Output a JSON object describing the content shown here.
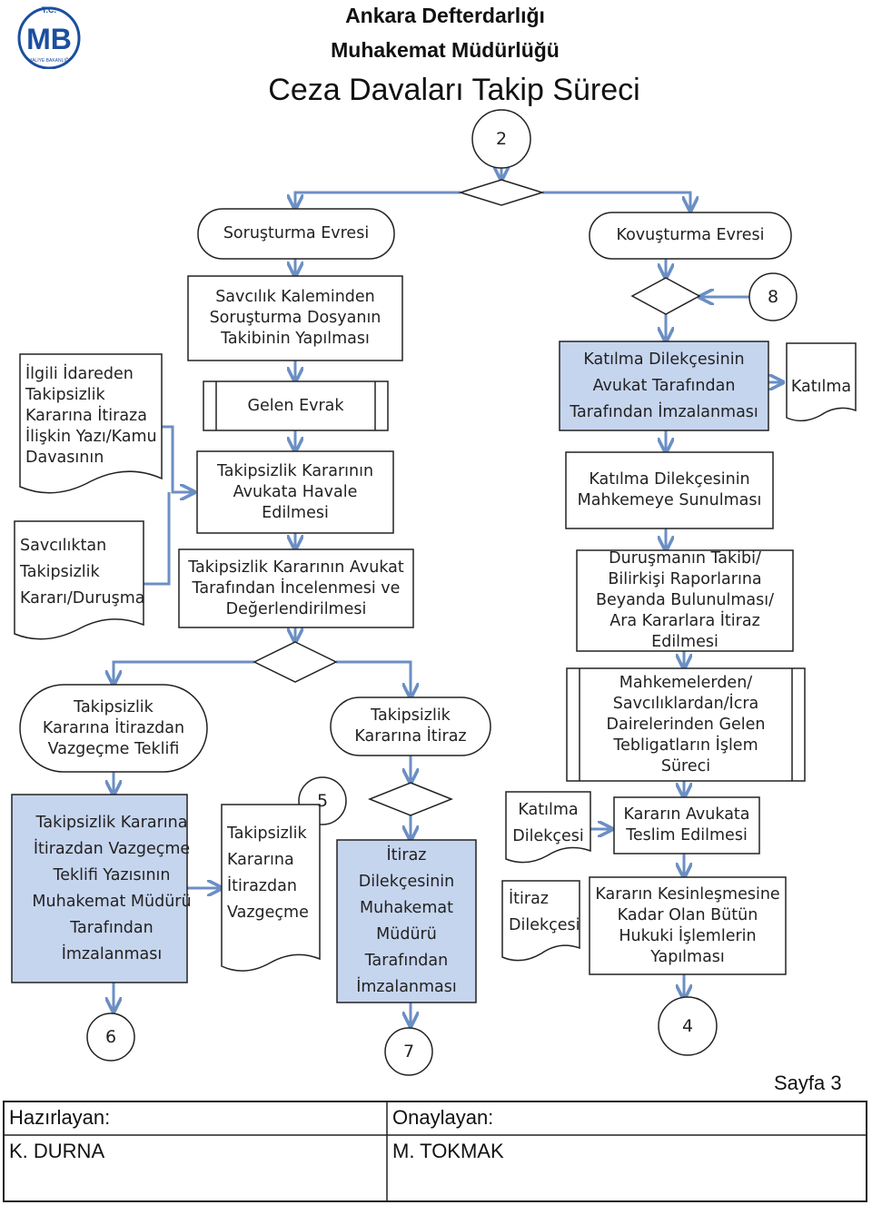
{
  "header": {
    "org_line1": "Ankara Defterdarlığı",
    "org_line2": "Muhakemat Müdürlüğü",
    "title": "Ceza Davaları Takip Süreci"
  },
  "logo": {
    "text": "MB",
    "top_text": "T.C.",
    "bottom_text": "MALİYE BAKANLIĞI",
    "color": "#1a4fa0"
  },
  "connectors": {
    "top": "2",
    "n8": "8",
    "n5": "5",
    "n6": "6",
    "n7": "7",
    "n4": "4"
  },
  "nodes": {
    "sorusturma": "Soruşturma Evresi",
    "kovusturma": "Kovuşturma Evresi",
    "savcilik_kalem": [
      "Savcılık Kaleminden",
      "Soruşturma Dosyanın",
      "Takibinin Yapılması"
    ],
    "gelen_evrak": "Gelen Evrak",
    "havale": [
      "Takipsizlik Kararının",
      "Avukata Havale",
      "Edilmesi"
    ],
    "inceleme": [
      "Takipsizlik Kararının Avukat",
      "Tarafından İncelenmesi ve",
      "Değerlendirilmesi"
    ],
    "ilgili_idare": [
      "İlgili İdareden",
      "Takipsizlik",
      "Kararına İtiraza",
      "İlişkin Yazı/Kamu",
      "Davasının"
    ],
    "savciliktan": [
      "Savcılıktan",
      "Takipsizlik",
      "Kararı/Duruşma"
    ],
    "vazgecme_teklifi": [
      "Takipsizlik",
      "Kararına İtirazdan",
      "Vazgeçme Teklifi"
    ],
    "takipsizlik_itiraz": [
      "Takipsizlik",
      "Kararına İtiraz"
    ],
    "vazgecme_yazisi": [
      "Takipsizlik Kararına",
      "İtirazdan Vazgeçme",
      "Teklifi Yazısının",
      "Muhakemat Müdürü",
      "Tarafından",
      "İmzalanması"
    ],
    "vazgecme_doc": [
      "Takipsizlik",
      "Kararına",
      "İtirazdan",
      "Vazgeçme"
    ],
    "itiraz_dilekce_imza": [
      "İtiraz",
      "Dilekçesinin",
      "Muhakemat",
      "Müdürü",
      "Tarafından",
      "İmzalanması"
    ],
    "katilma_dilekcesi_doc": [
      "Katılma",
      "Dilekçesi"
    ],
    "itiraz_dilekcesi_doc": [
      "İtiraz",
      "Dilekçesi"
    ],
    "katilma_imza": [
      "Katılma Dilekçesinin",
      "Avukat Tarafından",
      "Tarafından İmzalanması"
    ],
    "katilma_doc": "Katılma",
    "mahkemeye_sunulmasi": [
      "Katılma Dilekçesinin",
      "Mahkemeye Sunulması"
    ],
    "durusma_takibi": [
      "Duruşmanın Takibi/",
      "Bilirkişi Raporlarına",
      "Beyanda Bulunulması/",
      "Ara Kararlara İtiraz",
      "Edilmesi"
    ],
    "tebligat": [
      "Mahkemelerden/",
      "Savcılıklardan/İcra",
      "Dairelerinden Gelen",
      "Tebligatların İşlem",
      "Süreci"
    ],
    "teslim": [
      "Kararın Avukata",
      "Teslim Edilmesi"
    ],
    "kesinlesme": [
      "Kararın Kesinleşmesine",
      "Kadar Olan Bütün",
      "Hukuki İşlemlerin",
      "Yapılması"
    ]
  },
  "footer": {
    "page": "Sayfa 3",
    "prepared_label": "Hazırlayan:",
    "prepared_name": "K. DURNA",
    "approved_label": "Onaylayan:",
    "approved_name": "M. TOKMAK"
  },
  "colors": {
    "line": "#6b8fc4",
    "box_border": "#222222",
    "highlight_fill": "#c6d5ee"
  }
}
